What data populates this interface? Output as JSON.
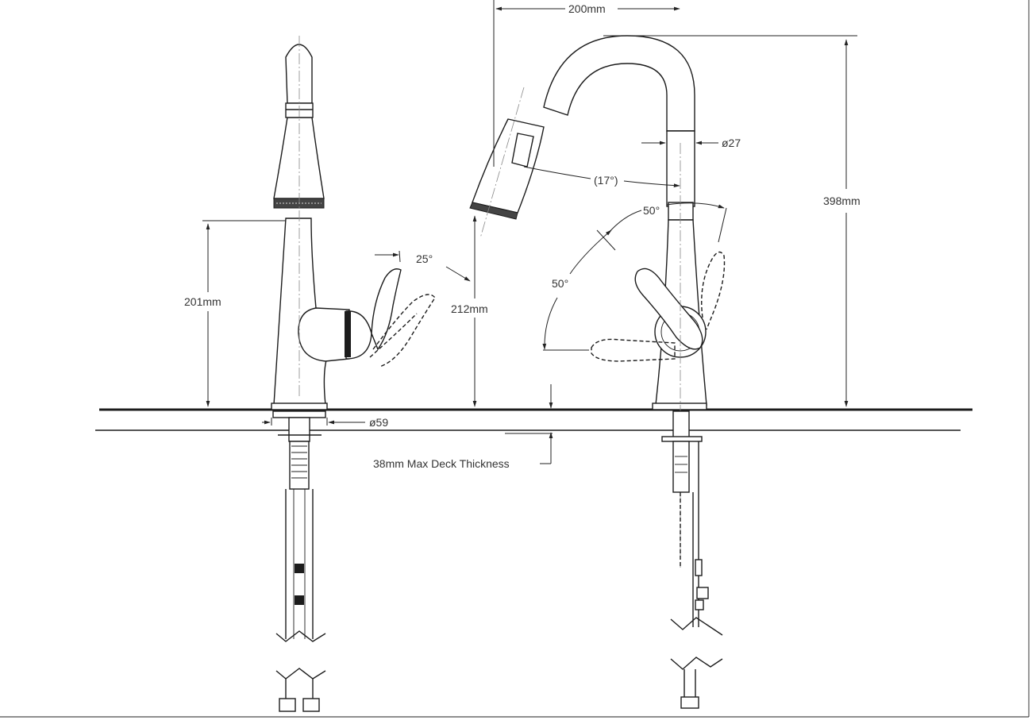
{
  "diagram": {
    "labels": {
      "spout_reach": "200mm",
      "overall_height": "398mm",
      "spout_diameter": "ø27",
      "spray_angle": "(17°)",
      "handle_forward_angle": "50°",
      "handle_back_angle": "50°",
      "side_handle_angle": "25°",
      "spout_height_side": "201mm",
      "clearance_height": "212mm",
      "escutcheon_diameter": "ø59",
      "deck_thickness": "38mm Max Deck Thickness"
    }
  }
}
